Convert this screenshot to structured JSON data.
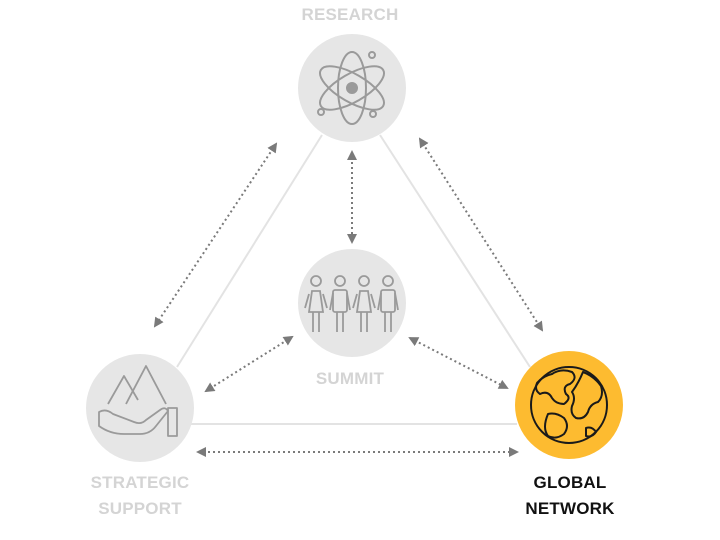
{
  "nodes": {
    "research": {
      "lines": [
        "RESEARCH"
      ],
      "icon": "atom-icon"
    },
    "summit": {
      "lines": [
        "SUMMIT"
      ],
      "icon": "people-group-icon"
    },
    "strategic": {
      "lines": [
        "STRATEGIC",
        "SUPPORT"
      ],
      "icon": "hand-mountains-icon"
    },
    "global": {
      "lines": [
        "GLOBAL",
        "NETWORK"
      ],
      "icon": "globe-icon"
    }
  },
  "colors": {
    "circle_inactive": "#e6e6e6",
    "circle_active": "#fdbb30",
    "icon_inactive": "#9a9a9a",
    "icon_active": "#1a1a1a",
    "label_inactive": "#d4d4d4",
    "label_active": "#111111",
    "triangle_line": "#e3e3e3",
    "arrow_line": "#7a7a7a"
  }
}
